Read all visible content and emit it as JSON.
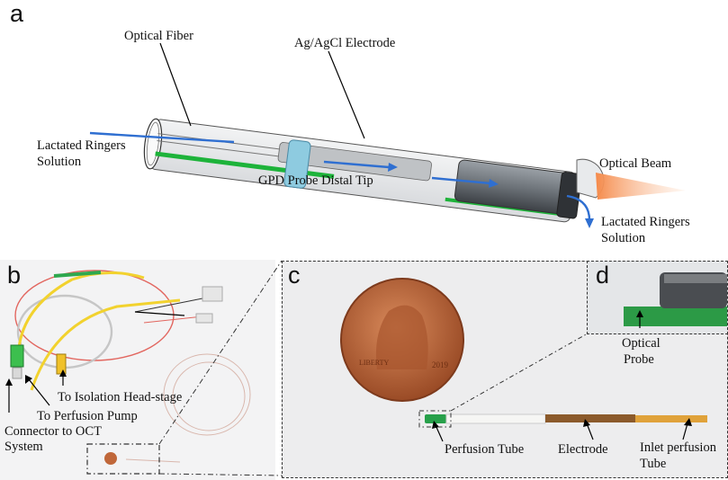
{
  "figure": {
    "panel_a": {
      "letter": "a",
      "labels": {
        "optical_fiber": "Optical Fiber",
        "electrode": "Ag/AgCl Electrode",
        "lrs_in": [
          "Lactated Ringers",
          "Solution"
        ],
        "distal_tip": "GPD Probe Distal Tip",
        "optical_beam": "Optical Beam",
        "lrs_out": [
          "Lactated Ringers",
          "Solution"
        ]
      }
    },
    "panel_b": {
      "letter": "b",
      "labels": {
        "isolation": "To Isolation Head-stage",
        "perfusion_pump": "To Perfusion Pump",
        "connector": [
          "Connector to OCT",
          "System"
        ]
      }
    },
    "panel_c": {
      "letter": "c",
      "coin_year": "2019",
      "coin_liberty": "LIBERTY",
      "labels": {
        "perfusion_tube": "Perfusion Tube",
        "electrode": "Electrode",
        "inlet": [
          "Inlet perfusion",
          "Tube"
        ]
      }
    },
    "panel_d": {
      "letter": "d",
      "labels": {
        "optical_probe": [
          "Optical",
          "Probe"
        ]
      }
    },
    "colors": {
      "flow_arrow": "#2f6fd1",
      "fiber_green": "#1db33a",
      "ring_blue": "#8ecbe0",
      "beam_orange": "#f7a06a",
      "coin": "#c0673a"
    }
  }
}
